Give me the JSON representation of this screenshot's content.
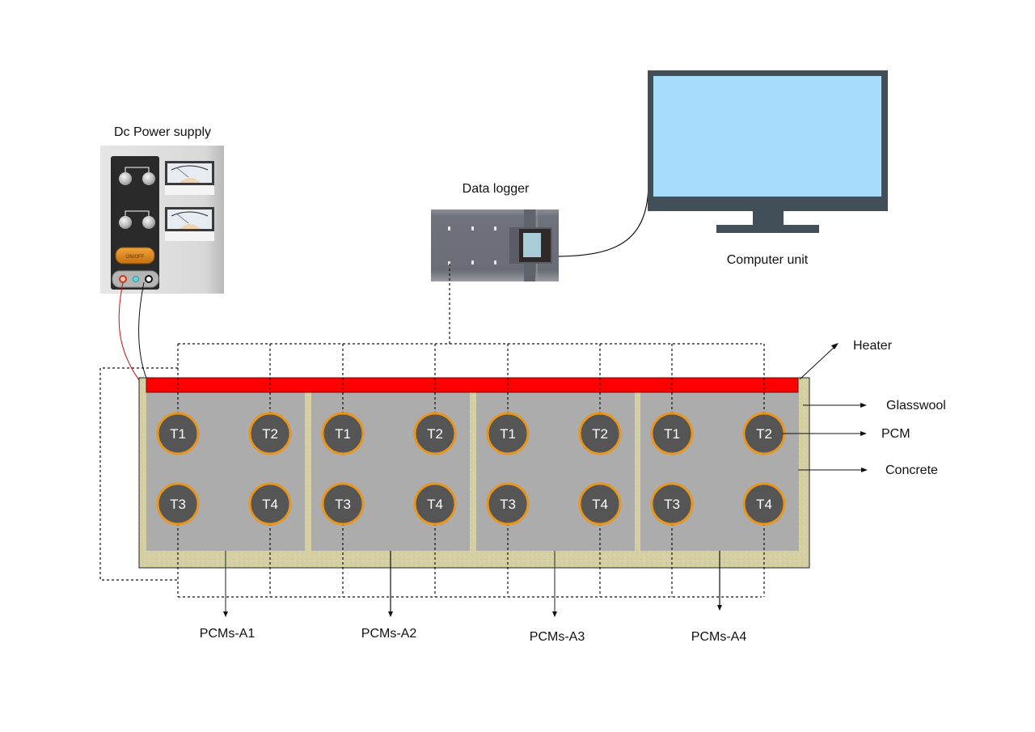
{
  "diagram": {
    "type": "experimental-setup-schematic",
    "labels": {
      "power_supply": "Dc Power supply",
      "data_logger": "Data logger",
      "computer": "Computer unit",
      "heater": "Heater",
      "glasswool": "Glasswool",
      "pcm": "PCM",
      "concrete": "Concrete",
      "power_button": "ON/OFF"
    },
    "modules": [
      {
        "name": "PCMs-A1",
        "sensors": [
          "T1",
          "T2",
          "T3",
          "T4"
        ]
      },
      {
        "name": "PCMs-A2",
        "sensors": [
          "T1",
          "T2",
          "T3",
          "T4"
        ]
      },
      {
        "name": "PCMs-A3",
        "sensors": [
          "T1",
          "T2",
          "T3",
          "T4"
        ]
      },
      {
        "name": "PCMs-A4",
        "sensors": [
          "T1",
          "T2",
          "T3",
          "T4"
        ]
      }
    ],
    "colors": {
      "heater": "#ff0000",
      "pcm": "#acacac",
      "concrete": "#d3cfa2",
      "sensor_fill": "#555555",
      "sensor_ring": "#e8961e",
      "monitor_frame": "#434f58",
      "monitor_screen": "#a8dcfc",
      "logger_body": "#6e7178",
      "power_panel": "#2a2a2a",
      "power_case": "#dcdcdc"
    }
  }
}
